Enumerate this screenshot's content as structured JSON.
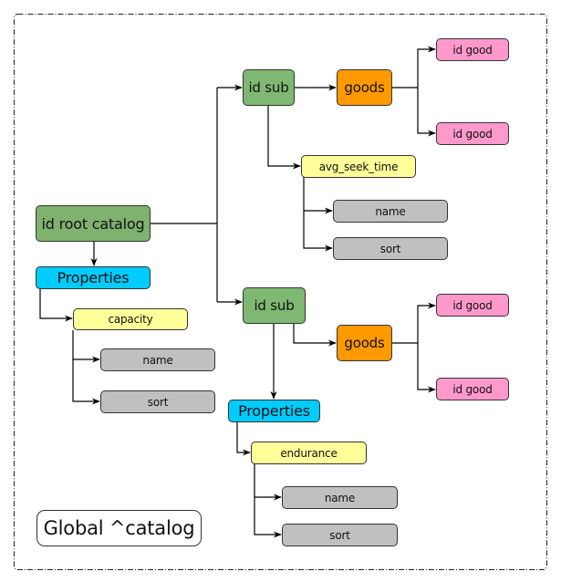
{
  "diagram": {
    "title": "Global ^catalog",
    "colors": {
      "root_node": "#7fb26f",
      "sub_node": "#7fb873",
      "goods_node": "#ff9900",
      "good_node": "#ff99cc",
      "properties_node": "#00ccff",
      "attribute_node": "#ffff99",
      "field_node": "#c0c0c0",
      "edge": "#000000"
    },
    "root": {
      "label": "id root catalog",
      "properties": {
        "label": "Properties",
        "attribute": {
          "label": "capacity",
          "fields": [
            "name",
            "sort"
          ]
        }
      }
    },
    "sub1": {
      "label": "id sub",
      "goods": {
        "label": "goods",
        "items": [
          "id good",
          "id good"
        ]
      },
      "attribute": {
        "label": "avg_seek_time",
        "fields": [
          "name",
          "sort"
        ]
      }
    },
    "sub2": {
      "label": "id sub",
      "goods": {
        "label": "goods",
        "items": [
          "id good",
          "id good"
        ]
      },
      "properties": {
        "label": "Properties",
        "attribute": {
          "label": "endurance",
          "fields": [
            "name",
            "sort"
          ]
        }
      }
    },
    "edges": [
      {
        "from": "id root catalog",
        "to": "Properties"
      },
      {
        "from": "id root catalog",
        "to": "id sub (1)"
      },
      {
        "from": "id root catalog",
        "to": "id sub (2)"
      },
      {
        "from": "Properties",
        "to": "capacity"
      },
      {
        "from": "capacity",
        "to": "name"
      },
      {
        "from": "capacity",
        "to": "sort"
      },
      {
        "from": "id sub (1)",
        "to": "goods (1)"
      },
      {
        "from": "goods (1)",
        "to": "id good"
      },
      {
        "from": "goods (1)",
        "to": "id good"
      },
      {
        "from": "id sub (1)",
        "to": "avg_seek_time"
      },
      {
        "from": "avg_seek_time",
        "to": "name"
      },
      {
        "from": "avg_seek_time",
        "to": "sort"
      },
      {
        "from": "id sub (2)",
        "to": "goods (2)"
      },
      {
        "from": "goods (2)",
        "to": "id good"
      },
      {
        "from": "goods (2)",
        "to": "id good"
      },
      {
        "from": "id sub (2)",
        "to": "Properties (2)"
      },
      {
        "from": "Properties (2)",
        "to": "endurance"
      },
      {
        "from": "endurance",
        "to": "name"
      },
      {
        "from": "endurance",
        "to": "sort"
      }
    ]
  }
}
